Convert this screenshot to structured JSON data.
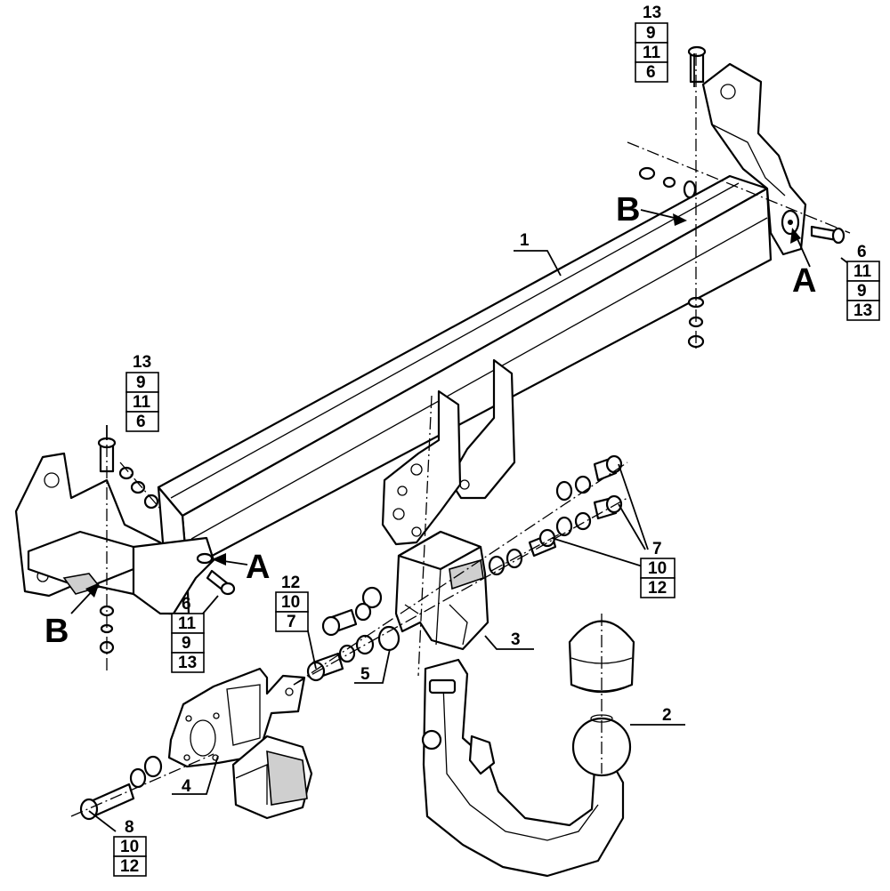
{
  "parts": [
    {
      "id": "crossbar",
      "label": "1"
    },
    {
      "id": "tow-ball-neck",
      "label": "2"
    },
    {
      "id": "receiver-bracket",
      "label": "3"
    },
    {
      "id": "socket-plate",
      "label": "4"
    },
    {
      "id": "spacer",
      "label": "5"
    }
  ],
  "detail_markers": [
    "A",
    "B"
  ],
  "callout_stacks": {
    "top_right_bolt": [
      "13",
      "9",
      "11",
      "6"
    ],
    "right_side_bolt": [
      "6",
      "11",
      "9",
      "13"
    ],
    "left_top_bolt": [
      "13",
      "9",
      "11",
      "6"
    ],
    "left_side_bolt": [
      "6",
      "11",
      "9",
      "13"
    ],
    "center_bolts": [
      "12",
      "10",
      "7"
    ],
    "right_bolts": [
      "7",
      "10",
      "12"
    ],
    "socket_bolt": [
      "8",
      "10",
      "12"
    ]
  },
  "colors": {
    "line": "#000000",
    "background": "#ffffff",
    "shade": "#cfcfcf"
  }
}
